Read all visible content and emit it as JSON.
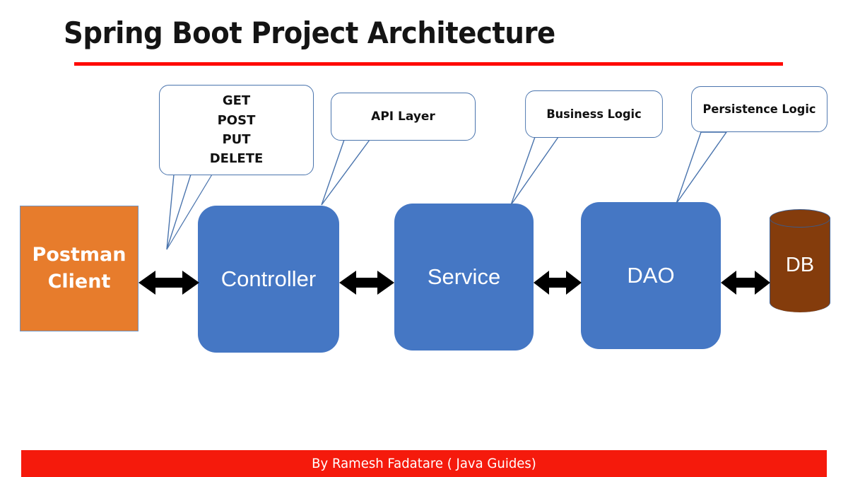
{
  "title": "Spring Boot Project Architecture",
  "accent_rule_color": "#FF0A04",
  "colors": {
    "client_box": "#E77C2C",
    "layer_box": "#4577C4",
    "database": "#843C0C",
    "callout_border": "#4A74AD",
    "footer_bar": "#F51A0C",
    "title_text": "#141414"
  },
  "nodes": {
    "postman": {
      "label": "Postman\nClient",
      "shape": "rectangle",
      "color": "#E77C2C"
    },
    "controller": {
      "label": "Controller",
      "shape": "rounded-rectangle",
      "color": "#4577C4"
    },
    "service": {
      "label": "Service",
      "shape": "rounded-rectangle",
      "color": "#4577C4"
    },
    "dao": {
      "label": "DAO",
      "shape": "rounded-rectangle",
      "color": "#4577C4"
    },
    "db": {
      "label": "DB",
      "shape": "cylinder",
      "color": "#843C0C"
    }
  },
  "connectors": [
    {
      "from": "postman",
      "to": "controller",
      "style": "double-headed-arrow"
    },
    {
      "from": "controller",
      "to": "service",
      "style": "double-headed-arrow"
    },
    {
      "from": "service",
      "to": "dao",
      "style": "double-headed-arrow"
    },
    {
      "from": "dao",
      "to": "db",
      "style": "double-headed-arrow"
    }
  ],
  "callouts": {
    "http_methods": {
      "label": "GET\nPOST\nPUT\nDELETE",
      "points_to": "postman-controller-arrow"
    },
    "api_layer": {
      "label": "API Layer",
      "points_to": "controller"
    },
    "business_logic": {
      "label": "Business Logic",
      "points_to": "service"
    },
    "persistence_logic": {
      "label": "Persistence Logic",
      "points_to": "dao"
    }
  },
  "footer": {
    "credit": "By Ramesh Fadatare ( Java Guides)"
  }
}
